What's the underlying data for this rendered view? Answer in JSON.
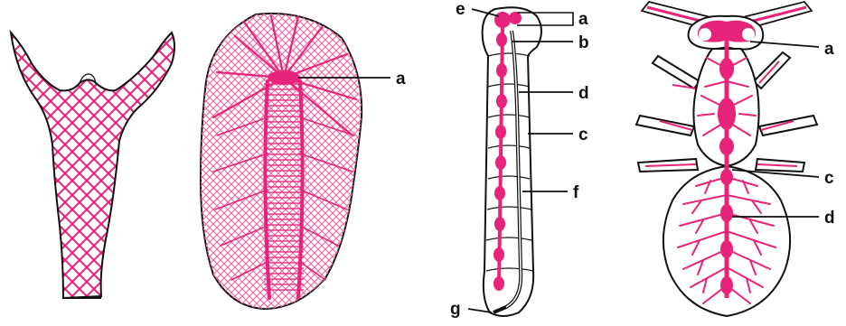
{
  "colors": {
    "nerve": "#e8237a",
    "nerve_light": "#f06aa5",
    "outline": "#111111",
    "background": "#ffffff"
  },
  "figures": {
    "hydra": {
      "labels": []
    },
    "planarian": {
      "labels": {
        "a": "a"
      }
    },
    "earthworm": {
      "labels": {
        "e": "e",
        "a": "a",
        "b": "b",
        "d": "d",
        "c": "c",
        "f": "f",
        "g": "g"
      }
    },
    "insect": {
      "labels": {
        "a": "a",
        "c": "c",
        "d": "d"
      }
    }
  }
}
